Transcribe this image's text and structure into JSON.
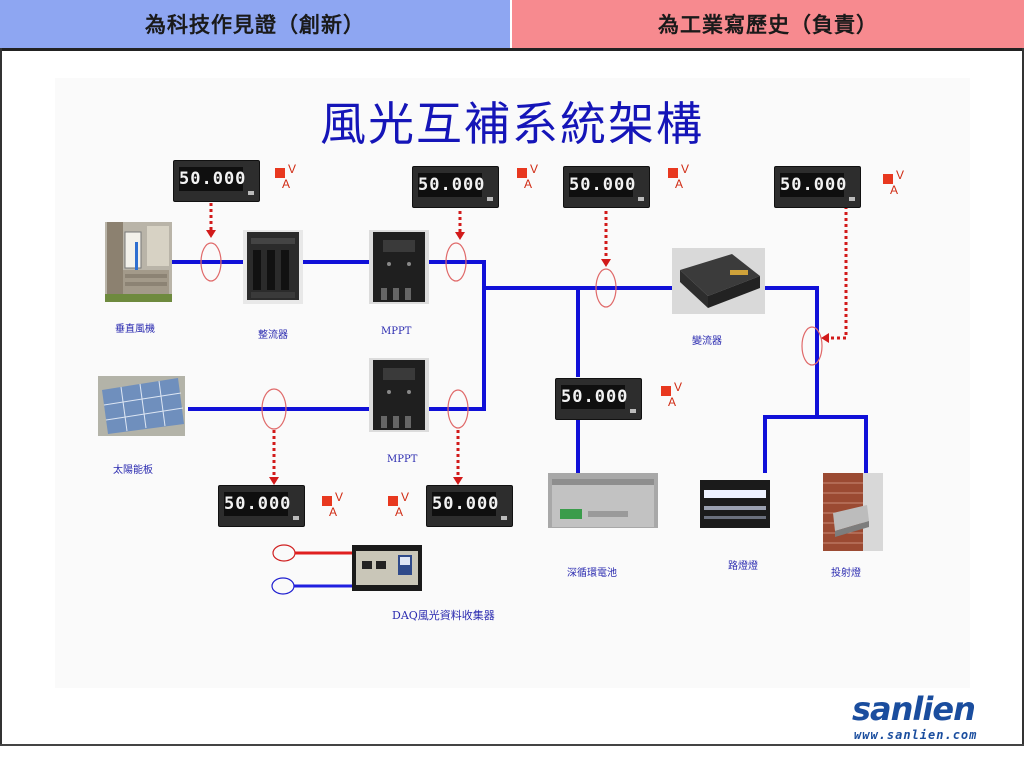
{
  "header": {
    "left": "為科技作見證（創新）",
    "right": "為工業寫歷史（負責）",
    "left_color": "#8ea6f2",
    "right_color": "#f78a8f"
  },
  "title": "風光互補系統架構",
  "meter_reading": "50.000",
  "unit_v": "V",
  "unit_a": "A",
  "labels": {
    "wind": "垂直風機",
    "rectifier": "整流器",
    "mppt1": "MPPT",
    "mppt2": "MPPT",
    "inverter": "變流器",
    "solar": "太陽能板",
    "battery": "深循環電池",
    "street_light": "路燈燈",
    "floodlight": "投射燈",
    "daq": "DAQ風光資料收集器"
  },
  "logo": {
    "name": "sanlien",
    "url": "www.sanlien.com"
  },
  "colors": {
    "wire": "#1010d8",
    "sensor_arrow": "#d21a1a",
    "title": "#1515b8",
    "label": "#2b2bb0"
  }
}
